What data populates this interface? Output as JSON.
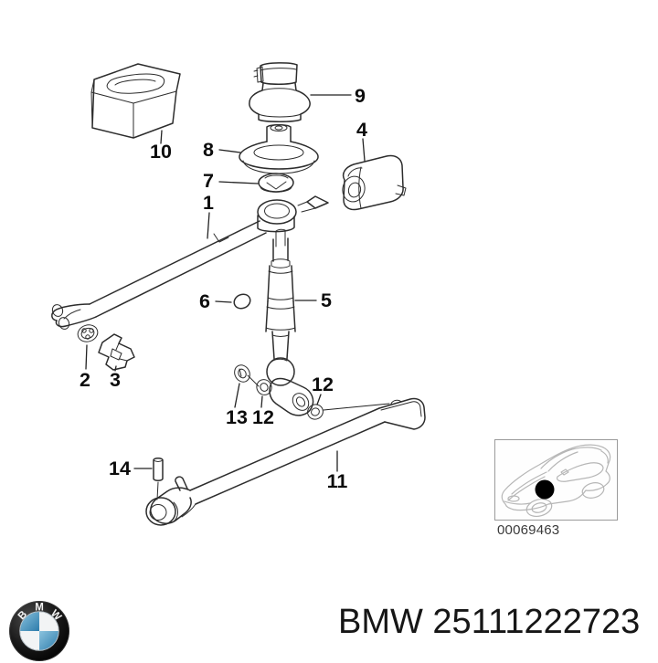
{
  "diagram": {
    "callouts": {
      "p1": "1",
      "p2": "2",
      "p3": "3",
      "p4": "4",
      "p5": "5",
      "p6": "6",
      "p7": "7",
      "p8": "8",
      "p9": "9",
      "p10": "10",
      "p11": "11",
      "p12_left": "12",
      "p12_right": "12",
      "p13": "13",
      "p14": "14"
    },
    "image_code": "00069463"
  },
  "footer": {
    "logo_letters": [
      "B",
      "M",
      "W"
    ],
    "part_number": "BMW 25111222723"
  },
  "colors": {
    "line": "#2d2d2d",
    "label": "#0c0c0c",
    "car_line": "#b6b6b6",
    "box_border": "#9a9a9a",
    "bmw_blue": "#4a9ac7",
    "bmw_white": "#f2f4f5",
    "ring_black": "#111111"
  }
}
